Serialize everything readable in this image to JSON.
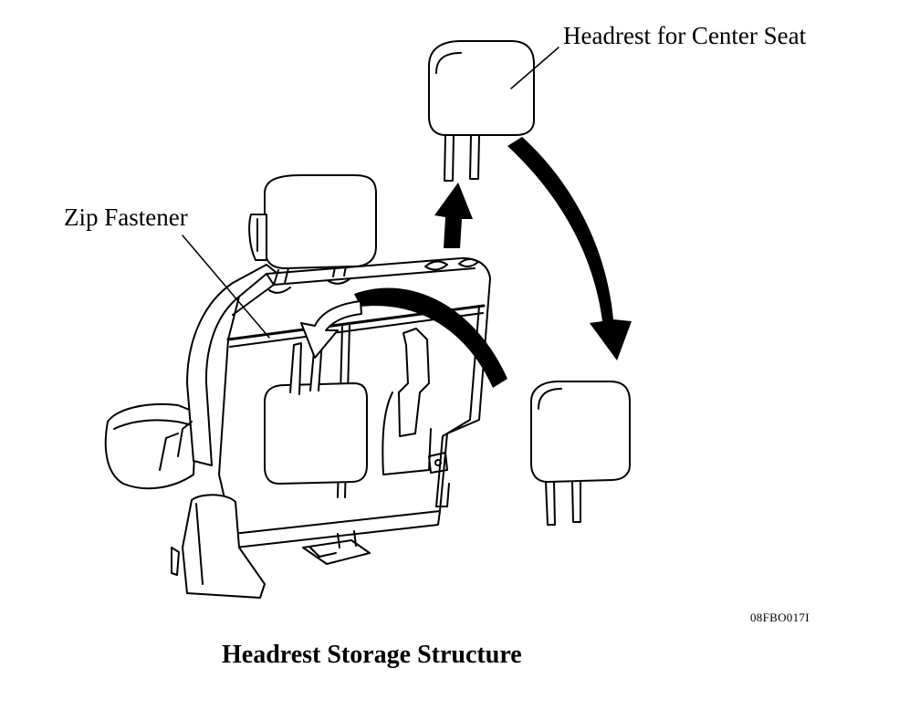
{
  "labels": {
    "headrest_center_seat": "Headrest for Center Seat",
    "zip_fastener": "Zip Fastener"
  },
  "figure_code": "08FBO017I",
  "caption": "Headrest Storage Structure",
  "icons": [
    "seat-back",
    "headrest",
    "arrow-up",
    "arrow-curved-down",
    "arrow-curved-stow"
  ],
  "colors": {
    "line": "#000000",
    "background": "#ffffff"
  }
}
